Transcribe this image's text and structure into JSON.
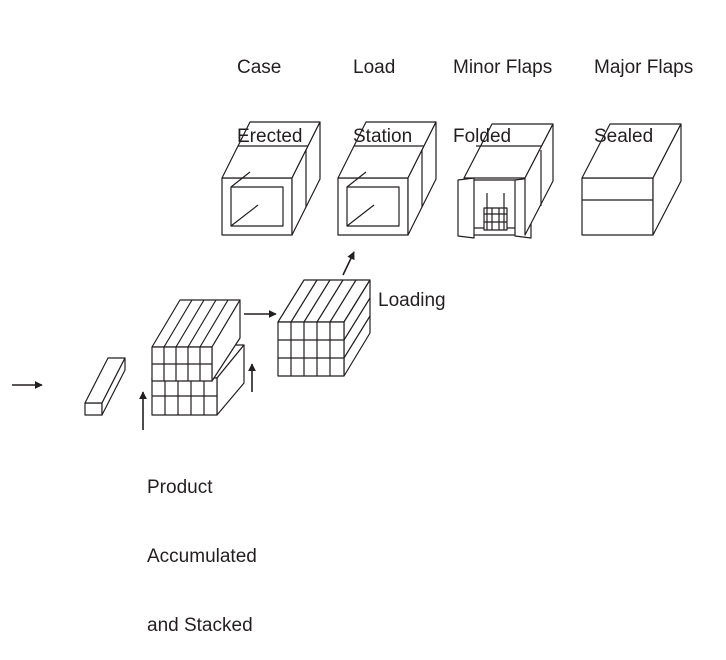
{
  "stations": [
    {
      "line1": "Case",
      "line2": "Erected"
    },
    {
      "line1": "Load",
      "line2": "Station"
    },
    {
      "line1": "Minor Flaps",
      "line2": "Folded"
    },
    {
      "line1": "Major Flaps",
      "line2": "Sealed"
    }
  ],
  "loading_label": "Loading",
  "product_label": {
    "line1": "Product",
    "line2": "Accumulated",
    "line3": "and Stacked"
  },
  "colors": {
    "ink": "#231f20",
    "background": "#ffffff"
  }
}
